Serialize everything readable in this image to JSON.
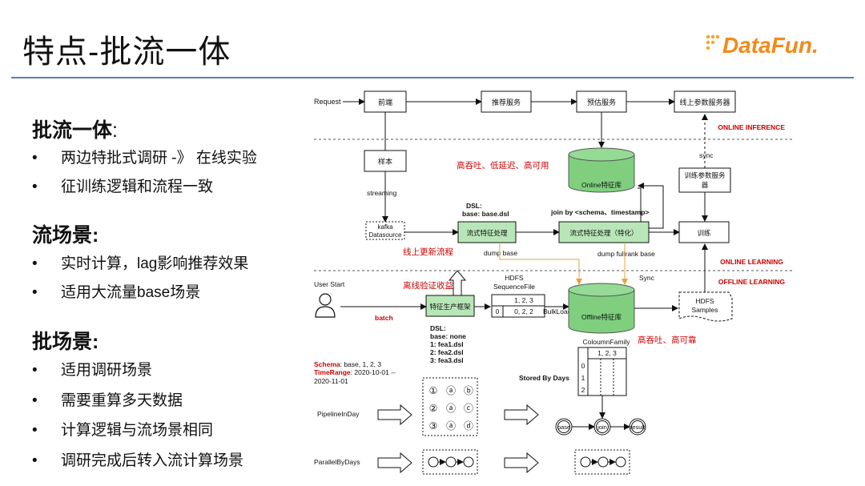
{
  "slide_title": "特点-批流一体",
  "logo_text": "DataFun.",
  "left": {
    "sections": [
      {
        "heading": "批流一体",
        "suffix": ":",
        "items": [
          "两边特批式调研 -》 在线实验",
          "征训练逻辑和流程一致"
        ]
      },
      {
        "heading": "流场景:",
        "suffix": "",
        "items": [
          "实时计算，lag影响推荐效果",
          "适用大流量base场景"
        ]
      },
      {
        "heading": "批场景:",
        "suffix": "",
        "items": [
          "适用调研场景",
          "需要重算多天数据",
          "计算逻辑与流场景相同",
          "调研完成后转入流计算场景"
        ]
      }
    ]
  },
  "diagram": {
    "request": "Request",
    "frontend": "前端",
    "rec_service": "推荐服务",
    "predict_service": "预估服务",
    "online_param_server": "线上参数服务器",
    "online_inference": "ONLINE INFERENCE",
    "sync_top": "sync",
    "sample": "样本",
    "streaming": "streaming",
    "red_note_1": "高吞吐、低延迟、高可用",
    "online_feature_store": "Online特征库",
    "train_param_server_1": "训练参数服务",
    "train_param_server_2": "器",
    "kafka_1": "kafka",
    "kafka_2": "Datasource",
    "dsl_1": "DSL:",
    "dsl_base": "base: base.dsl",
    "join_by": "join by <schema、timestamp>",
    "stream_proc": "流式特征处理",
    "stream_proc_special": "流式特征处理（特化）",
    "train": "训练",
    "online_update": "线上更新流程",
    "dump_base": "dump base",
    "dump_fullrank": "dump fullrank base",
    "online_learning": "ONLINE LEARNING",
    "offline_learning": "OFFLINE LEARNING",
    "sync_mid": "Sync",
    "user_start": "User Start",
    "offline_verify": "离线验证收益",
    "hdfs_seq_1": "HDFS",
    "hdfs_seq_2": "SequenceFile",
    "seq_row1": "1, 2, 3",
    "seq_row2_a": "0",
    "seq_row2_b": "0, 2, 2",
    "bulkload": "BulkLoad",
    "feature_factory": "特征生产框架",
    "batch": "batch",
    "offline_feature_store": "Offline特征库",
    "hdfs_samples_1": "HDFS",
    "hdfs_samples_2": "Samples",
    "red_note_2": "高吞吐、高可靠",
    "dsl2_1": "DSL:",
    "dsl2_2": "base: none",
    "dsl2_3": "1: fea1.dsl",
    "dsl2_4": "2: fea2.dsl",
    "dsl2_5": "3: fea3.dsl",
    "column_family": "ColoumnFamily",
    "cf_header": "1, 2, 3",
    "cf_r0": "0",
    "cf_r1": "1",
    "cf_r2": "2",
    "stored_by_days": "Stored By Days",
    "schema_label": "Schema",
    "schema_val": ": base, 1, 2, 3",
    "timerange_label": "TimeRange",
    "timerange_val": ": 2020-10-01 --",
    "timerange_val2": "2020-11-01",
    "pipeline_in_day": "PipelineInDay",
    "parallel_by_days": "ParallelByDays",
    "p1": [
      "①",
      "ⓐ",
      "ⓑ"
    ],
    "p2": [
      "②",
      "ⓐ",
      "ⓒ"
    ],
    "p3": [
      "③",
      "ⓐ",
      "ⓓ"
    ],
    "node_base": "base",
    "node_join": "join",
    "node_result": "result"
  }
}
